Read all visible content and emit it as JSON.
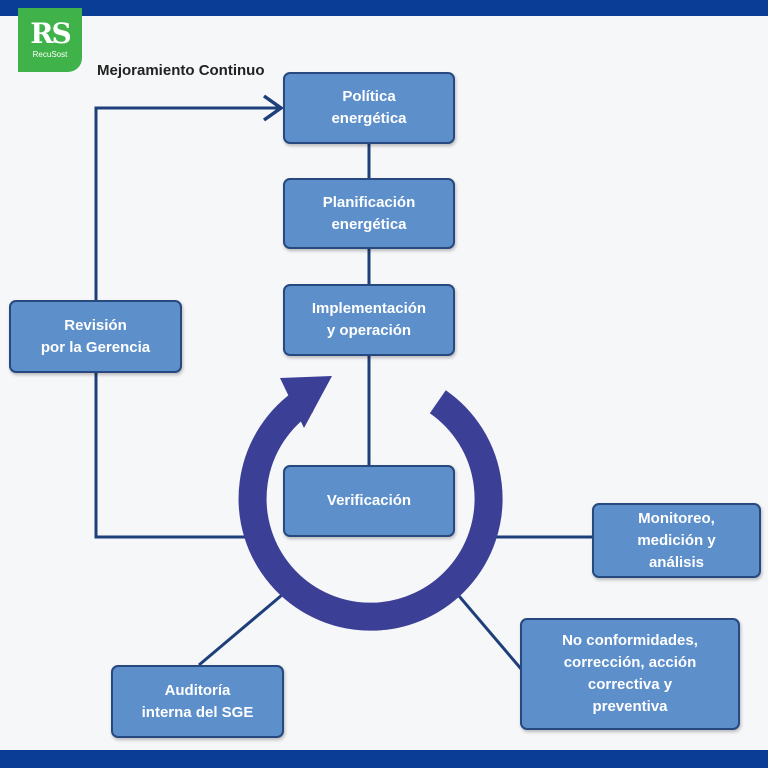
{
  "logo": {
    "mark": "RS",
    "name": "RecuSost"
  },
  "cycle_label": [
    "Mejoramiento",
    "Continuo"
  ],
  "steps": {
    "politica": [
      "Política",
      "energética"
    ],
    "planificacion": [
      "Planificación",
      "energética"
    ],
    "implementacion": [
      "Implementación",
      "y operación"
    ],
    "verificacion": [
      "Verificación"
    ],
    "revision": [
      "Revisión",
      "por la Gerencia"
    ],
    "monitoreo": [
      "Monitoreo,",
      "medición y",
      "análisis"
    ],
    "no_conformidades": [
      "No conformidades,",
      "corrección, acción",
      "correctiva y",
      "preventiva"
    ],
    "auditoria": [
      "Auditoría",
      "interna del SGE"
    ]
  },
  "colors": {
    "box_fill": "#5d8fcb",
    "box_border": "#27497f",
    "cycle_arrow": "#3b3f96",
    "connector": "#1f3f7a",
    "logo": "#3fb34a",
    "band": "#0a3d96"
  }
}
